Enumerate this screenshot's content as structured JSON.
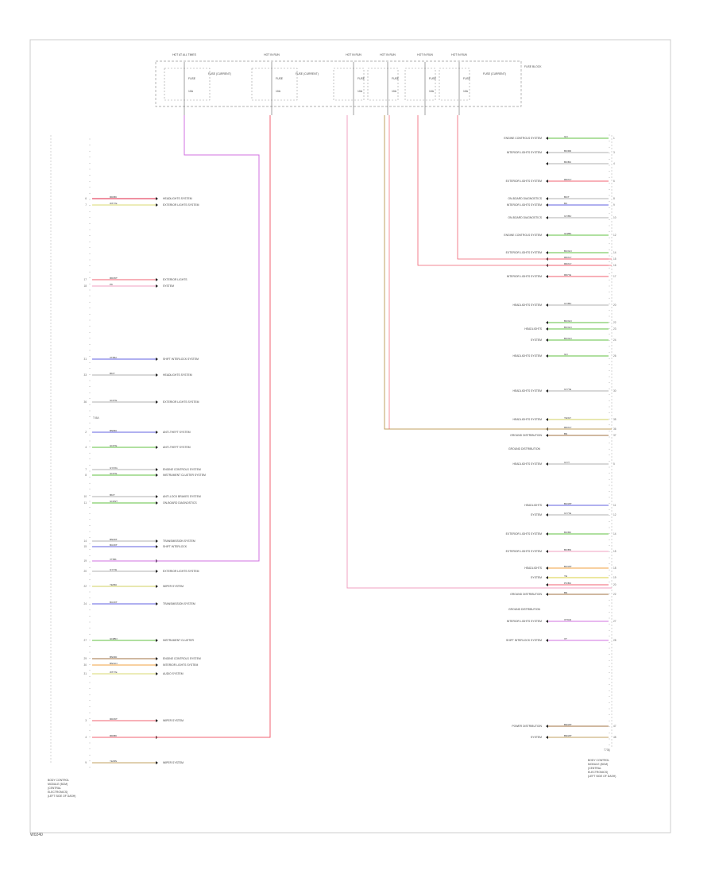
{
  "colors": {
    "RD": "#f06070",
    "RD/BK": "#e02040",
    "RD/WT": "#f06070",
    "RD/YE": "#e05060",
    "WT/YE": "#d8d870",
    "YE/BU": "#d0d060",
    "VT": "#d070e0",
    "GY": "#b0b0b0",
    "BK": "#202020",
    "GN": "#60c040",
    "GN/WT": "#90d080",
    "BU": "#6060e0",
    "BN": "#a07040",
    "TN": "#c0a060",
    "OG": "#f0a040",
    "PK": "#f0a0c0",
    "YE": "#d8d040",
    "frame": "#cccccc",
    "fuse_box": "#888888"
  },
  "top": {
    "fuses": [
      {
        "cap": "HOT AT ALL TIMES",
        "name": "FUSE",
        "amp": "10A",
        "lbl": "FUSE (CURRENT)"
      },
      {
        "cap": "HOT IN RUN",
        "name": "FUSE",
        "amp": "10A",
        "lbl": "FUSE (CURRENT)"
      },
      {
        "cap": "HOT IN RUN",
        "name": "FUSE",
        "amp": "10A",
        "lbl": ""
      },
      {
        "cap": "HOT IN RUN",
        "name": "FUSE",
        "amp": "10A",
        "lbl": ""
      },
      {
        "cap": "HOT IN RUN",
        "name": "FUSE",
        "amp": "10A",
        "lbl": ""
      },
      {
        "cap": "HOT IN RUN",
        "name": "FUSE",
        "amp": "10A",
        "lbl": "FUSE (CURRENT)"
      }
    ],
    "fuse_block_label": "FUSE BLOCK"
  },
  "left_module": {
    "title_lines": [
      "BODY CONTROL",
      "MODULE (BCM)",
      "(CENTRAL",
      "ELECTRONICS)",
      "(LEFT SIDE OF DASH)"
    ],
    "connector_label": "T46A",
    "rows": [
      {
        "pin": "6",
        "wire": "RD/BK",
        "color": "RD/BK",
        "sys": "HEADLIGHTS SYSTEM"
      },
      {
        "pin": "7",
        "wire": "WT/YE",
        "color": "WT/YE",
        "sys": "EXTERIOR LIGHTS SYSTEM"
      },
      {
        "pin": "17",
        "wire": "RD/WT",
        "color": "RD/WT",
        "sys": "EXTERIOR LIGHTS"
      },
      {
        "pin": "18",
        "wire": "PK",
        "color": "PK",
        "sys": "SYSTEM"
      },
      {
        "pin": "31",
        "wire": "VT/BU",
        "color": "BU",
        "sys": "SHIFT INTERLOCK SYSTEM"
      },
      {
        "pin": "33",
        "wire": "BK/T",
        "color": "GY",
        "sys": "HEADLIGHTS SYSTEM"
      },
      {
        "pin": "36",
        "wire": "GN/YE",
        "color": "GY",
        "sys": "EXTERIOR LIGHTS SYSTEM"
      },
      {
        "pin": "2",
        "wire": "BN/BU",
        "color": "BU",
        "sys": "ANTI-THEFT SYSTEM"
      },
      {
        "pin": "4",
        "wire": "GN/YE",
        "color": "GN",
        "sys": "ANTI-THEFT SYSTEM"
      },
      {
        "pin": "7",
        "wire": "GY/OG",
        "color": "GY",
        "sys": "ENGINE CONTROLS SYSTEM"
      },
      {
        "pin": "8",
        "wire": "GN/YE",
        "color": "GN",
        "sys": "INSTRUMENT CLUSTER SYSTEM"
      },
      {
        "pin": "10",
        "wire": "BK/T",
        "color": "GY",
        "sys": "ANTI-LOCK BRAKES SYSTEM"
      },
      {
        "pin": "11",
        "wire": "GN/WT",
        "color": "GN",
        "sys": "ON-BOARD DIAGNOSTICS"
      },
      {
        "pin": "14",
        "wire": "BN/WT",
        "color": "GY",
        "sys": "TRANSMISSION SYSTEM"
      },
      {
        "pin": "15",
        "wire": "BU/WT",
        "color": "BU",
        "sys": "SHIFT INTERLOCK"
      },
      {
        "pin": "19",
        "wire": "VT/BK",
        "color": "VT",
        "sys": ""
      },
      {
        "pin": "20",
        "wire": "GY/YE",
        "color": "GY",
        "sys": "EXTERIOR LIGHTS SYSTEM"
      },
      {
        "pin": "22",
        "wire": "YE/BU",
        "color": "YE/BU",
        "sys": "WIPER SYSTEM"
      },
      {
        "pin": "24",
        "wire": "BU/WT",
        "color": "BU",
        "sys": "TRANSMISSION SYSTEM"
      },
      {
        "pin": "27",
        "wire": "GN/BN",
        "color": "GN",
        "sys": "INSTRUMENT CLUSTER"
      },
      {
        "pin": "29",
        "wire": "BN/RD",
        "color": "BN",
        "sys": "ENGINE CONTROLS SYSTEM"
      },
      {
        "pin": "30",
        "wire": "BN/GN",
        "color": "OG",
        "sys": "INTERIOR LIGHTS SYSTEM"
      },
      {
        "pin": "31",
        "wire": "WT/YE",
        "color": "WT/YE",
        "sys": "AUDIO SYSTEM"
      },
      {
        "pin": "3",
        "wire": "RD/WT",
        "color": "RD",
        "sys": "WIPER SYSTEM"
      },
      {
        "pin": "4",
        "wire": "RD/BK",
        "color": "RD",
        "sys": ""
      },
      {
        "pin": "9",
        "wire": "YE/BN",
        "color": "TN",
        "sys": "WIPER SYSTEM"
      }
    ]
  },
  "right_module": {
    "title_lines": [
      "BODY CONTROL",
      "MODULE (BCM)",
      "(CENTRAL",
      "ELECTRONICS)",
      "(LEFT SIDE OF DASH)"
    ],
    "connector_label": "T73B",
    "rows": [
      {
        "pin": "1",
        "wire": "GN",
        "color": "GN",
        "sys": "ENGINE CONTROLS SYSTEM"
      },
      {
        "pin": "3",
        "wire": "BK/RD",
        "color": "GY",
        "sys": "INTERIOR LIGHTS SYSTEM"
      },
      {
        "pin": "4",
        "wire": "BK/BU",
        "color": "GY",
        "sys": ""
      },
      {
        "pin": "6",
        "wire": "RD/GY",
        "color": "RD",
        "sys": "EXTERIOR LIGHTS SYSTEM"
      },
      {
        "pin": "8",
        "wire": "BK/T",
        "color": "GY",
        "sys": "ON-BOARD DIAGNOSTICS"
      },
      {
        "pin": "9",
        "wire": "BU",
        "color": "BU",
        "sys": "INTERIOR LIGHTS SYSTEM"
      },
      {
        "pin": "10",
        "wire": "GY/BU",
        "color": "GY",
        "sys": "ON-BOARD DIAGNOSTICS"
      },
      {
        "pin": "12",
        "wire": "GN/BK",
        "color": "GN",
        "sys": "ENGINE CONTROLS SYSTEM"
      },
      {
        "pin": "14",
        "wire": "BU/GN",
        "color": "GN",
        "sys": "EXTERIOR LIGHTS SYSTEM"
      },
      {
        "pin": "15",
        "wire": "RD/GY",
        "color": "RD",
        "sys": ""
      },
      {
        "pin": "16",
        "wire": "RD/GY",
        "color": "RD",
        "sys": ""
      },
      {
        "pin": "17",
        "wire": "RD/YE",
        "color": "RD",
        "sys": "INTERIOR LIGHTS SYSTEM"
      },
      {
        "pin": "20",
        "wire": "GY/BU",
        "color": "GY",
        "sys": "HEADLIGHTS SYSTEM"
      },
      {
        "pin": "22",
        "wire": "BU/GN",
        "color": "GN",
        "sys": ""
      },
      {
        "pin": "23",
        "wire": "BU/GN",
        "color": "GN",
        "sys": "HEADLIGHTS"
      },
      {
        "pin": "24",
        "wire": "BU/GN",
        "color": "GN",
        "sys": "SYSTEM"
      },
      {
        "pin": "26",
        "wire": "GN",
        "color": "GN",
        "sys": "HEADLIGHTS SYSTEM"
      },
      {
        "pin": "30",
        "wire": "GY/YE",
        "color": "GY",
        "sys": "HEADLIGHTS SYSTEM"
      },
      {
        "pin": "35",
        "wire": "YE/GY",
        "color": "YE/BU",
        "sys": "HEADLIGHTS SYSTEM"
      },
      {
        "pin": "36",
        "wire": "RD/GY",
        "color": "TN",
        "sys": ""
      },
      {
        "pin": "37",
        "wire": "BN",
        "color": "BN",
        "sys": "GROUND DISTRIBUTION"
      },
      {
        "pin": "5",
        "wire": "GY/T",
        "color": "GY",
        "sys": "HEADLIGHTS SYSTEM"
      },
      {
        "pin": "11",
        "wire": "BU/WT",
        "color": "BU",
        "sys": "HEADLIGHTS"
      },
      {
        "pin": "12",
        "wire": "GY/YE",
        "color": "GY",
        "sys": "SYSTEM"
      },
      {
        "pin": "14",
        "wire": "BU/BK",
        "color": "GN",
        "sys": "EXTERIOR LIGHTS SYSTEM"
      },
      {
        "pin": "15",
        "wire": "BK/BN",
        "color": "PK",
        "sys": "EXTERIOR LIGHTS SYSTEM"
      },
      {
        "pin": "18",
        "wire": "BU/WT",
        "color": "OG",
        "sys": "HEADLIGHTS"
      },
      {
        "pin": "19",
        "wire": "YE",
        "color": "YE",
        "sys": "SYSTEM"
      },
      {
        "pin": "20",
        "wire": "PK/BU",
        "color": "RD",
        "sys": ""
      },
      {
        "pin": "22",
        "wire": "BN",
        "color": "BN",
        "sys": "GROUND DISTRIBUTION"
      },
      {
        "pin": "27",
        "wire": "VT/GN",
        "color": "VT",
        "sys": "INTERIOR LIGHTS SYSTEM"
      },
      {
        "pin": "28",
        "wire": "VT",
        "color": "VT",
        "sys": "SHIFT INTERLOCK SYSTEM"
      },
      {
        "pin": "47",
        "wire": "BN/WT",
        "color": "BN",
        "sys": "POWER DISTRIBUTION"
      },
      {
        "pin": "48",
        "wire": "BN/WT",
        "color": "TN",
        "sys": "SYSTEM"
      }
    ]
  },
  "ground_labels": [
    "GROUND DISTRIBUTION",
    "GROUND DISTRIBUTION"
  ],
  "footer": {
    "page_id": "W0240"
  }
}
